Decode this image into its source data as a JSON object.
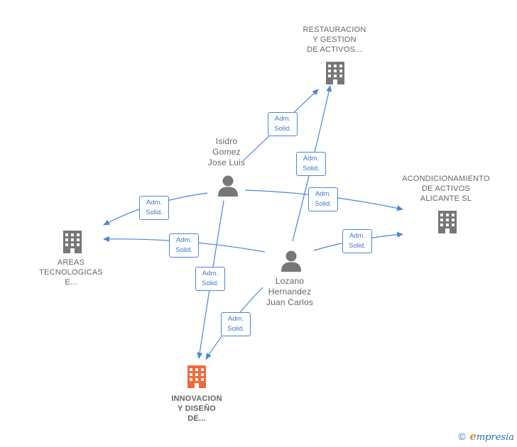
{
  "nodes": {
    "restauracion": {
      "label": [
        "RESTAURACION",
        "Y GESTION",
        "DE ACTIVOS..."
      ],
      "kind": "company",
      "color": "#777777"
    },
    "acondicionamiento": {
      "label": [
        "ACONDICIONAMIENTO",
        "DE ACTIVOS",
        "ALICANTE  SL"
      ],
      "kind": "company",
      "color": "#777777"
    },
    "areas": {
      "label": [
        "AREAS",
        "TECNOLOGICAS",
        "E..."
      ],
      "kind": "company",
      "color": "#777777"
    },
    "innovacion": {
      "label": [
        "INNOVACION",
        "Y DISEÑO",
        "DE..."
      ],
      "kind": "company",
      "color": "#f06a3a"
    },
    "isidro": {
      "label": [
        "Isidro",
        "Gomez",
        "Jose Luis"
      ],
      "kind": "person",
      "color": "#777777"
    },
    "lozano": {
      "label": [
        "Lozano",
        "Hernandez",
        "Juan Carlos"
      ],
      "kind": "person",
      "color": "#777777"
    }
  },
  "edges": [
    {
      "id": "isidro-restauracion",
      "label": [
        "Adm.",
        "Solid."
      ]
    },
    {
      "id": "isidro-acondicionamiento",
      "label": [
        "Adm.",
        "Solid."
      ]
    },
    {
      "id": "isidro-areas",
      "label": [
        "Adm.",
        "Solid."
      ]
    },
    {
      "id": "isidro-innovacion",
      "label": [
        "Adm.",
        "Solid."
      ]
    },
    {
      "id": "lozano-restauracion",
      "label": [
        "Adm.",
        "Solid."
      ]
    },
    {
      "id": "lozano-areas",
      "label": [
        "Adm.",
        "Solid."
      ]
    },
    {
      "id": "lozano-acondicionamiento",
      "label": [
        "Adm.",
        "Solid."
      ]
    },
    {
      "id": "lozano-innovacion",
      "label": [
        "Adm.",
        "Solid."
      ]
    }
  ],
  "edge_color": "#4a86d8",
  "footer": {
    "copyright": "©",
    "brand_initial": "e",
    "brand_rest": "mpresia"
  }
}
